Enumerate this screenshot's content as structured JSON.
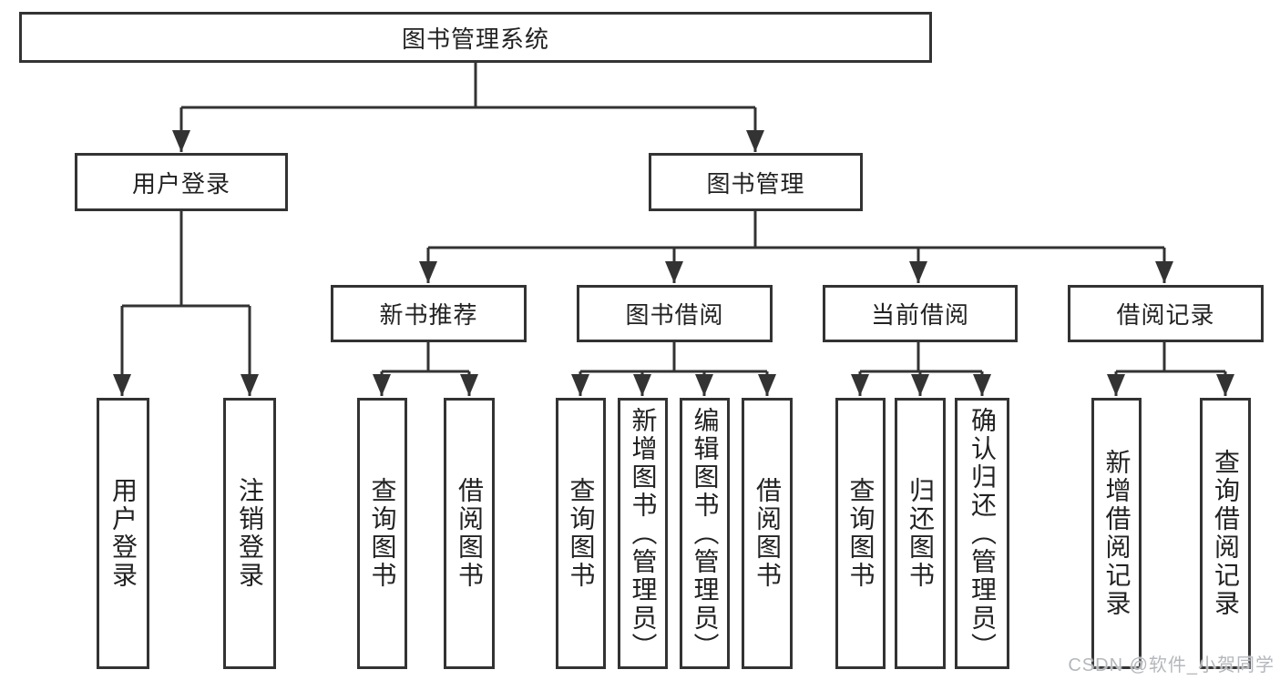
{
  "diagram": {
    "title": "图书管理系统",
    "level2": {
      "user_login": "用户登录",
      "book_mgmt": "图书管理"
    },
    "level3": {
      "new_book": "新书推荐",
      "book_borrow": "图书借阅",
      "current_borrow": "当前借阅",
      "borrow_record": "借阅记录"
    },
    "leaves": {
      "user_login": [
        "用户登录",
        "注销登录"
      ],
      "new_book": [
        "查询图书",
        "借阅图书"
      ],
      "book_borrow": [
        "查询图书",
        "新增图书（管理员）",
        "编辑图书（管理员）",
        "借阅图书"
      ],
      "current_borrow": [
        "查询图书",
        "归还图书",
        "确认归还（管理员）"
      ],
      "borrow_record": [
        "新增借阅记录",
        "查询借阅记录"
      ]
    }
  },
  "watermark": "CSDN @软件_小贺同学",
  "colors": {
    "line": "#333333",
    "text": "#222222",
    "background": "#ffffff",
    "watermark": "#b4b8bc"
  }
}
